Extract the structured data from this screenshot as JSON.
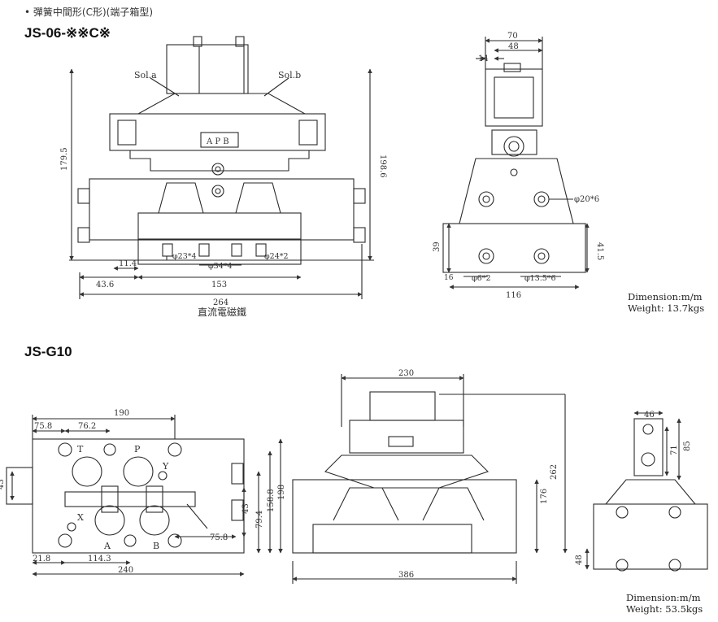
{
  "header_note": "• 彈簧中間形(C形)(端子箱型)",
  "section1": {
    "title": "JS-06-※※C※",
    "sol_a": "Sol.a",
    "sol_b": "Sol.b",
    "port_label": "A P B",
    "dims": {
      "h179": "179.5",
      "h198": "198.6",
      "w11": "11.4",
      "w43": "43.6",
      "w153": "153",
      "w264": "264",
      "hole23": "φ23*4",
      "hole34": "φ34*4",
      "hole24": "φ24*2",
      "dc_label": "直流電磁鐵",
      "w70": "70",
      "w48": "48",
      "w14": "14",
      "hole20": "φ20*6",
      "h39": "39",
      "h41": "41.5",
      "w6": "16",
      "hole6": "φ6*2",
      "hole13": "φ13.5*6",
      "w116": "116"
    },
    "spec_dim": "Dimension:m/m",
    "spec_weight": "Weight: 13.7kgs"
  },
  "section2": {
    "title": "JS-G10",
    "dims": {
      "w190": "190",
      "w75a": "75.8",
      "w76": "76.2",
      "h43": "43",
      "w75b": "75.8",
      "h43b": "43",
      "h79": "79.4",
      "h158": "158.8",
      "h198": "198",
      "w21": "21.8",
      "w114": "114.3",
      "w240": "240",
      "T": "T",
      "P": "P",
      "Y": "Y",
      "X": "X",
      "A": "A",
      "B": "B",
      "w230": "230",
      "h262": "262",
      "h176": "176",
      "w386": "386",
      "w46": "46",
      "h71": "71",
      "h85": "85",
      "h48": "48"
    },
    "spec_dim": "Dimension:m/m",
    "spec_weight": "Weight: 53.5kgs"
  }
}
